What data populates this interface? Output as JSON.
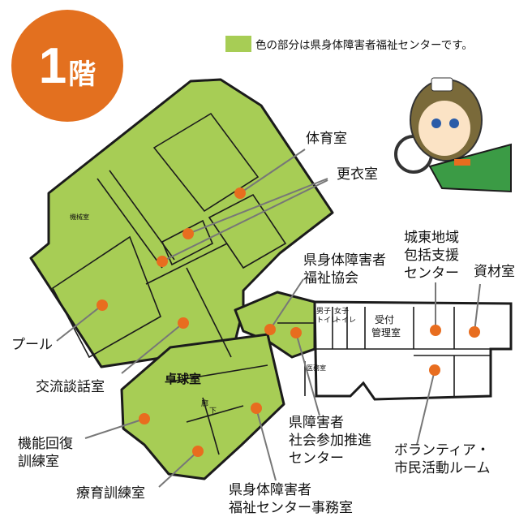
{
  "floor": {
    "number": "1",
    "suffix": "階"
  },
  "legend": {
    "text": "色の部分は県身体障害者福祉センターです。",
    "color": "#a7cd55"
  },
  "colors": {
    "green": "#a7cd55",
    "outline": "#1b1b1b",
    "marker": "#e86d1f",
    "badge": "#e3701f"
  },
  "rooms": {
    "gym": "体育室",
    "locker": "更衣室",
    "assoc_line1": "県身体障害者",
    "assoc_line2": "福祉協会",
    "pool": "プール",
    "lounge": "交流談話室",
    "rehab_line1": "機能回復",
    "rehab_line2": "訓練室",
    "therapy": "療育訓練室",
    "office_line1": "県身体障害者",
    "office_line2": "福祉センター事務室",
    "social_line1": "県障害者",
    "social_line2": "社会参加推進",
    "social_line3": "センター",
    "volunteer_line1": "ボランティア・",
    "volunteer_line2": "市民活動ルーム",
    "jotoh_line1": "城東地域",
    "jotoh_line2": "包括支援",
    "jotoh_line3": "センター",
    "storage": "資材室"
  },
  "map_text": {
    "pingpong": "卓球室",
    "corridor_1": "廊",
    "corridor_2": "下",
    "reception_line1": "受付",
    "reception_line2": "管理室",
    "men_wc_1": "男子",
    "men_wc_2": "トイレ",
    "women_wc_1": "女子",
    "women_wc_2": "トイレ",
    "medical": "医務室",
    "machine_room": "機械室"
  }
}
